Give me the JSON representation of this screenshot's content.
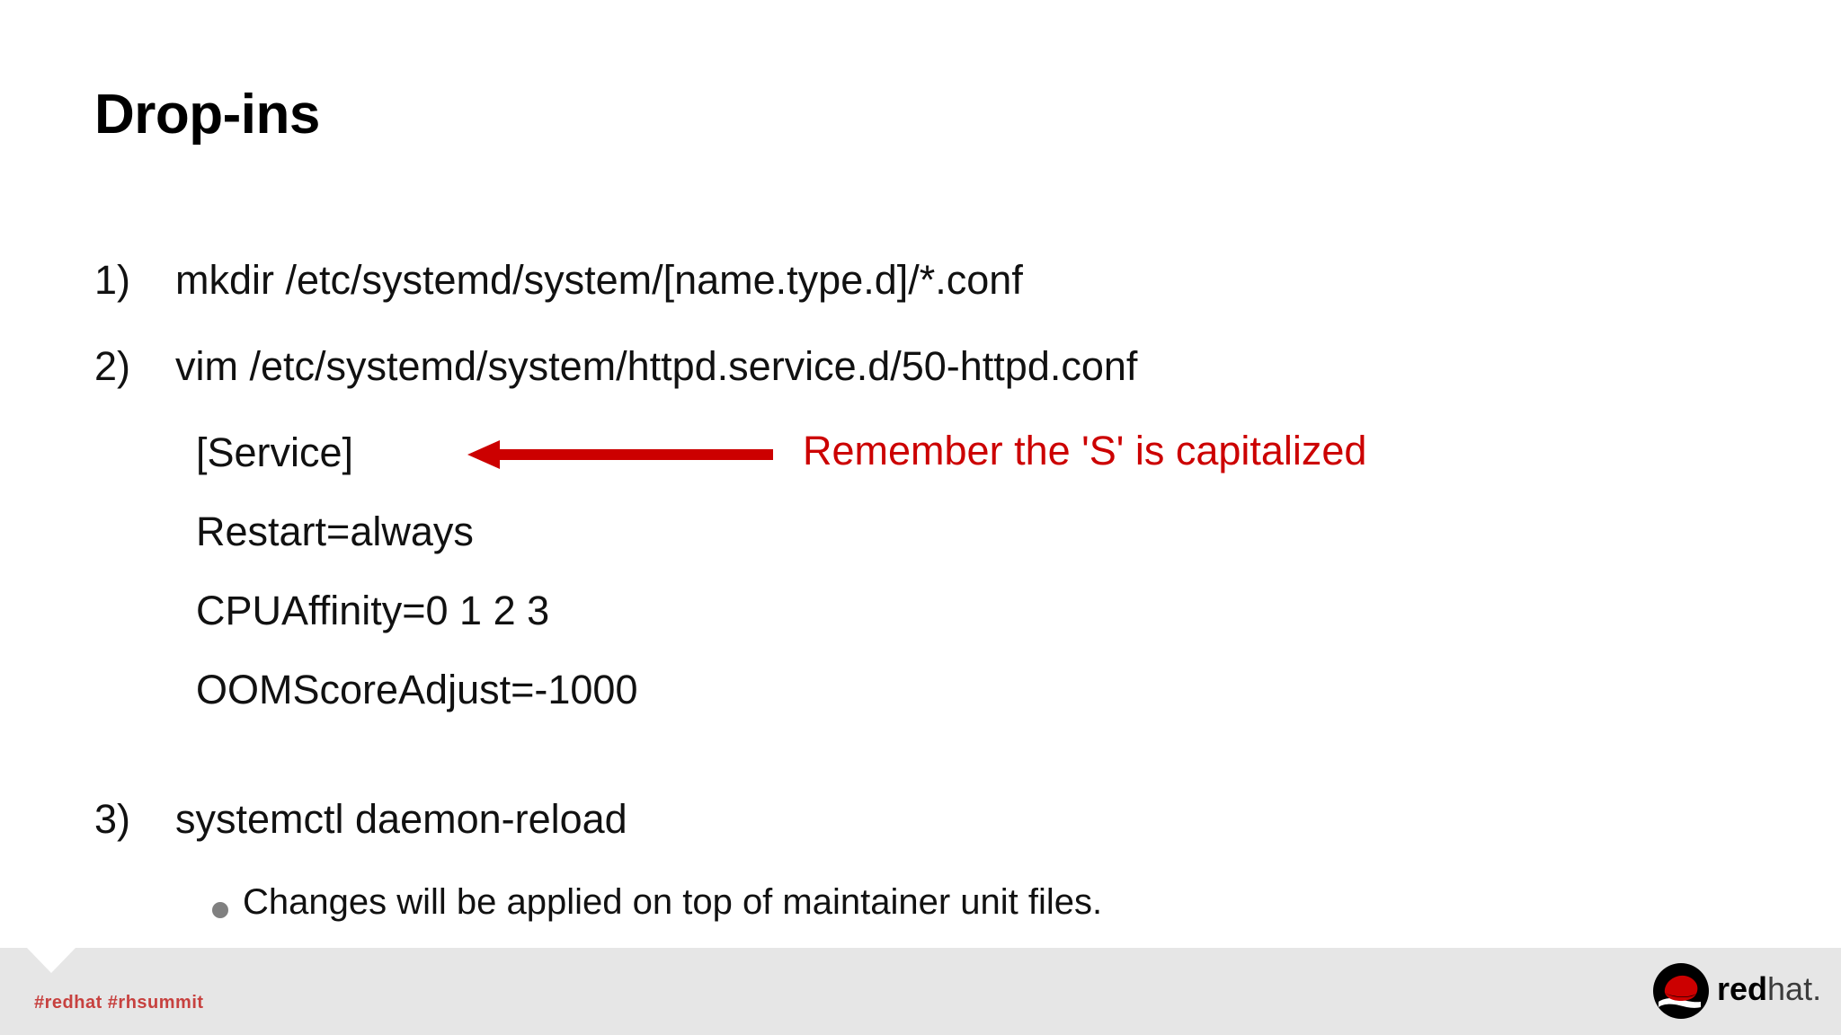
{
  "slide": {
    "title": "Drop-ins",
    "steps": [
      {
        "marker": "1)",
        "text": "mkdir /etc/systemd/system/[name.type.d]/*.conf"
      },
      {
        "marker": "2)",
        "text": "vim /etc/systemd/system/httpd.service.d/50-httpd.conf"
      }
    ],
    "config_lines": [
      "[Service]",
      "Restart=always",
      "CPUAffinity=0 1 2 3",
      "OOMScoreAdjust=-1000"
    ],
    "annotation": {
      "text": "Remember the 'S' is capitalized",
      "color": "#CC0000",
      "arrow_direction": "left"
    },
    "final_step": {
      "marker": "3)",
      "text": "systemctl daemon-reload"
    },
    "sub_bullets": [
      "Changes will be applied on top of maintainer unit files."
    ]
  },
  "footer": {
    "hashtags": "#redhat  #rhsummit",
    "hashtag_color": "#C7413F",
    "background": "#e6e6e6",
    "logo": {
      "word_bold": "red",
      "word_light": "hat.",
      "mark_name": "shadowman-logo"
    }
  }
}
